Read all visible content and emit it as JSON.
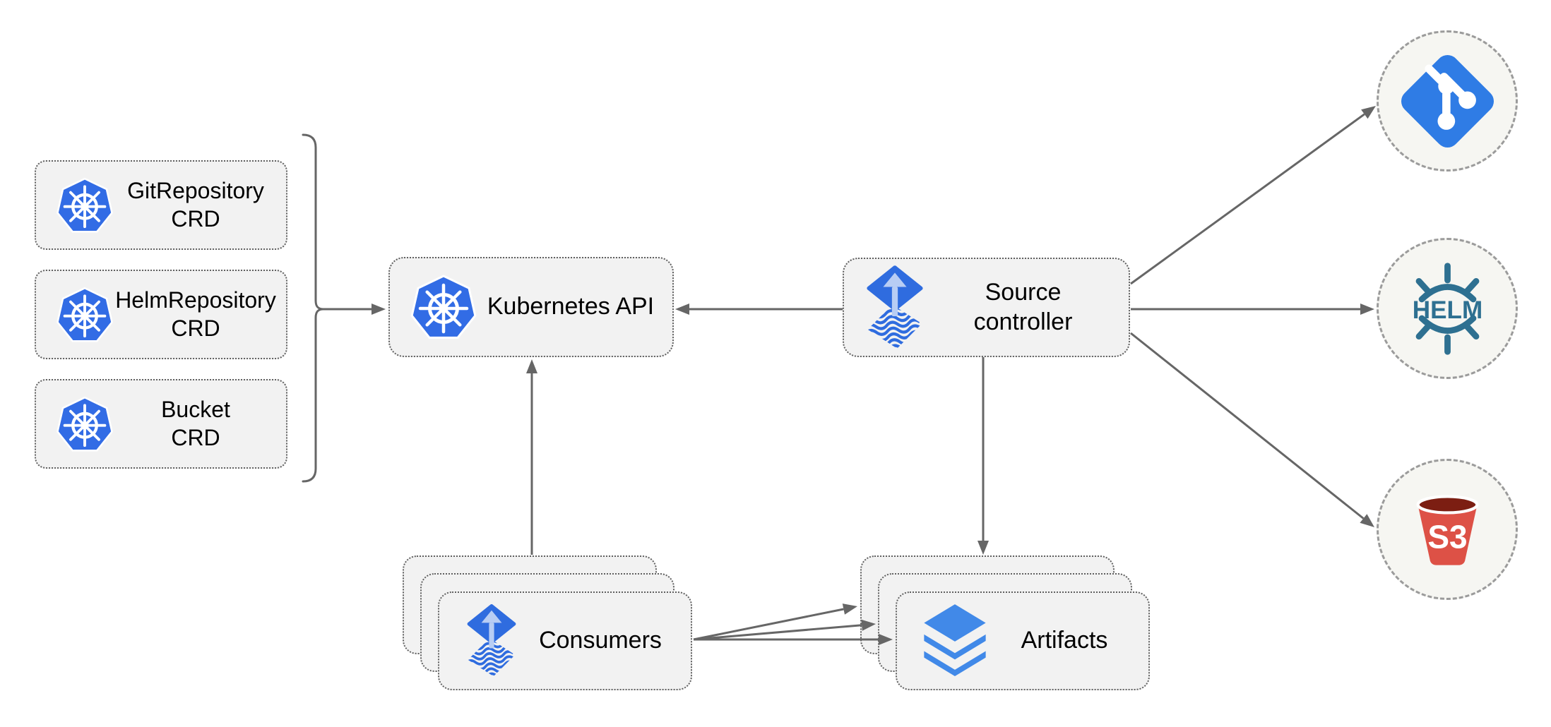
{
  "diagram": {
    "nodes": {
      "git_repository_crd": {
        "line1": "GitRepository",
        "line2": "CRD",
        "icon": "kubernetes-icon"
      },
      "helm_repository_crd": {
        "line1": "HelmRepository",
        "line2": "CRD",
        "icon": "kubernetes-icon"
      },
      "bucket_crd": {
        "line1": "Bucket",
        "line2": "CRD",
        "icon": "kubernetes-icon"
      },
      "kubernetes_api": {
        "label": "Kubernetes API",
        "icon": "kubernetes-icon"
      },
      "source_controller": {
        "line1": "Source",
        "line2": "controller",
        "icon": "flux-icon"
      },
      "consumers": {
        "label": "Consumers",
        "icon": "flux-icon",
        "stack_count": 3
      },
      "artifacts": {
        "label": "Artifacts",
        "icon": "layers-icon",
        "stack_count": 3
      },
      "git_endpoint": {
        "icon": "git-icon"
      },
      "helm_endpoint": {
        "icon": "helm-icon",
        "text": "HELM"
      },
      "s3_endpoint": {
        "icon": "s3-bucket-icon",
        "text": "S3"
      }
    },
    "edges": [
      {
        "from": "crd-group-bracket",
        "to": "kubernetes-api"
      },
      {
        "from": "source-controller",
        "to": "kubernetes-api"
      },
      {
        "from": "consumers",
        "to": "kubernetes-api"
      },
      {
        "from": "source-controller",
        "to": "artifacts"
      },
      {
        "from": "source-controller",
        "to": "git-endpoint"
      },
      {
        "from": "source-controller",
        "to": "helm-endpoint"
      },
      {
        "from": "source-controller",
        "to": "s3-endpoint"
      },
      {
        "from": "consumers",
        "to": "artifacts",
        "count": 3
      }
    ]
  },
  "colors": {
    "kubernetes_blue": "#326CE5",
    "flux_blue": "#2f6cdf",
    "flux_arrow_light": "#b8cdf4",
    "layers_blue": "#4189e8",
    "git_blue": "#2f7ce5",
    "helm_teal": "#2e7091",
    "s3_red": "#dd5146",
    "s3_dark_red": "#7c1e12",
    "arrow_gray": "#666666",
    "node_fill": "#f2f2f2",
    "node_border": "#606060",
    "circle_fill": "#f6f6f2",
    "circle_border": "#9b9b9b",
    "text_color": "#000000"
  }
}
